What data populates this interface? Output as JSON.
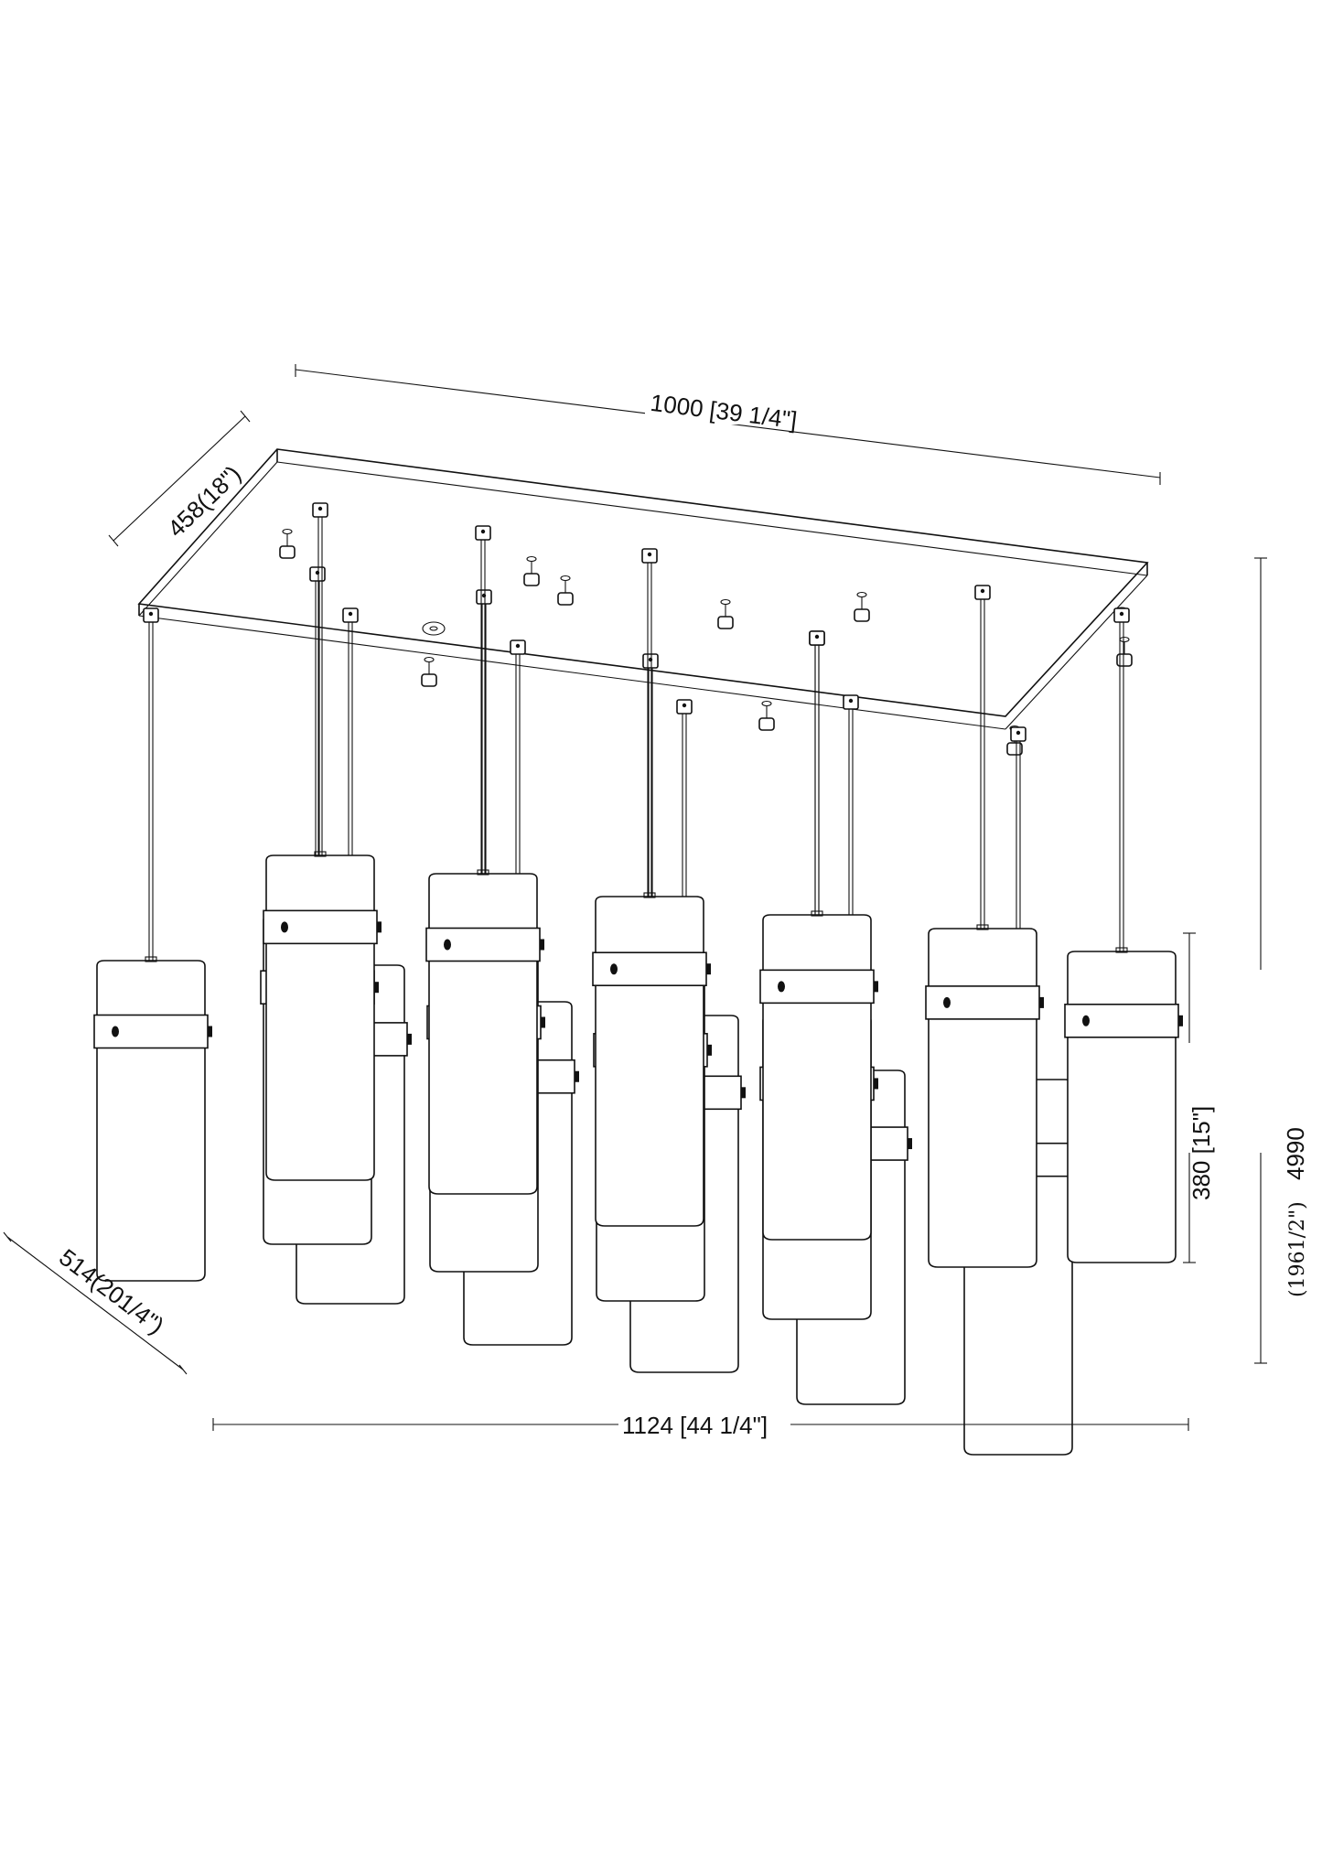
{
  "dimensions": {
    "top_width": "1000 [39 1/4\"]",
    "top_depth": "458(18\")",
    "front_depth": "514(201/4\")",
    "bottom_width": "1124 [44 1/4\"]",
    "shade_height": "380 [15\"]",
    "total_height": "4990",
    "total_height_in": "(1961/2\")"
  },
  "colors": {
    "line": "#111111",
    "background": "#ffffff"
  }
}
